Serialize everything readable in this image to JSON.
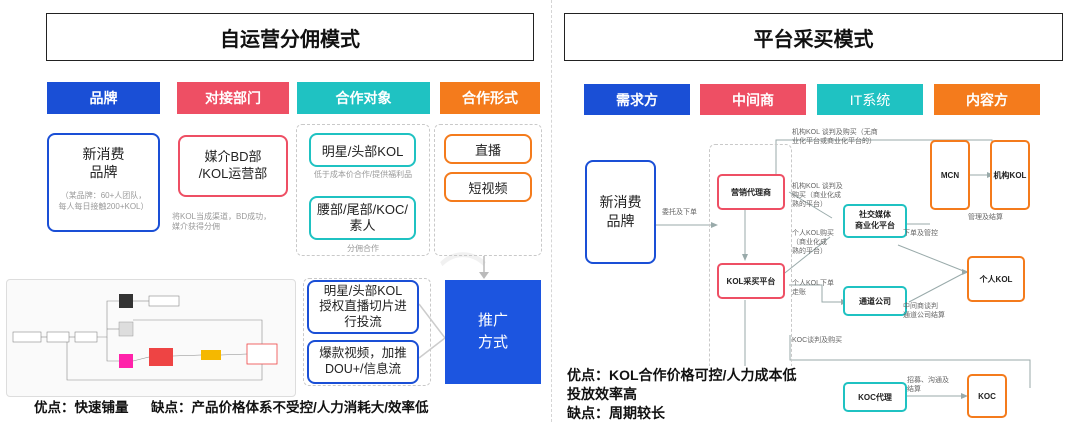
{
  "left": {
    "title": "自运营分佣模式",
    "headers": [
      "品牌",
      "对接部门",
      "合作对象",
      "合作形式"
    ],
    "brand_box": "新消费\n品牌",
    "brand_note": "（某品牌：60+人团队，\n每人每日接触200+KOL）",
    "dept_box": "媒介BD部\n/KOL运营部",
    "dept_note": "将KOL当成渠道，BD成功，\n媒介获得分佣",
    "partner1": "明星/头部KOL",
    "partner1_note": "低于成本价合作/提供福利品",
    "partner2": "腰部/尾部/KOC/\n素人",
    "partner2_note": "分佣合作",
    "form1": "直播",
    "form2": "短视频",
    "promo1": "明星/头部KOL\n授权直播切片进\n行投流",
    "promo2": "爆款视频，加推\nDOU+/信息流",
    "promo_box": "推广\n方式",
    "summary": "优点：快速铺量      缺点：产品价格体系不受控/人力消耗大/效率低"
  },
  "right": {
    "title": "平台采买模式",
    "headers": [
      "需求方",
      "中间商",
      "IT系统",
      "内容方"
    ],
    "brand_box": "新消费\n品牌",
    "link_commission": "委托及下单",
    "agency": "营销代理商",
    "kol_platform": "KOL采买平台",
    "social_platform": "社交媒体\n商业化平台",
    "channel": "通道公司",
    "koc_agent": "KOC代理",
    "mcn": "MCN",
    "org_kol": "机构KOL",
    "personal_kol": "个人KOL",
    "koc": "KOC",
    "note_org1": "机构KOL 谈判及购买（无商\n业化平台或商业化平台的）",
    "note_org2": "机构KOL 谈判及\n购买（商业化成\n熟的平台）",
    "note_personal": "个人KOL购买\n（商业化成\n熟的平台）",
    "note_down": "下单及管控",
    "note_personal2": "个人KOL下单\n走账",
    "note_channel": "中间商谈判\n通道公司结算",
    "note_mgmt": "管理及结算",
    "note_koc": "KOC谈判及购买",
    "note_recruit": "招募、沟通及\n结算",
    "summary_pro": "优点：KOL合作价格可控/人力成本低",
    "summary_pro2": "投放效率高",
    "summary_con": "缺点：周期较长"
  },
  "colors": {
    "blue": "#1a4fd6",
    "red": "#ee4f64",
    "teal": "#1fc2c2",
    "orange": "#f47b1c",
    "promo_blue": "#1c55e0"
  }
}
